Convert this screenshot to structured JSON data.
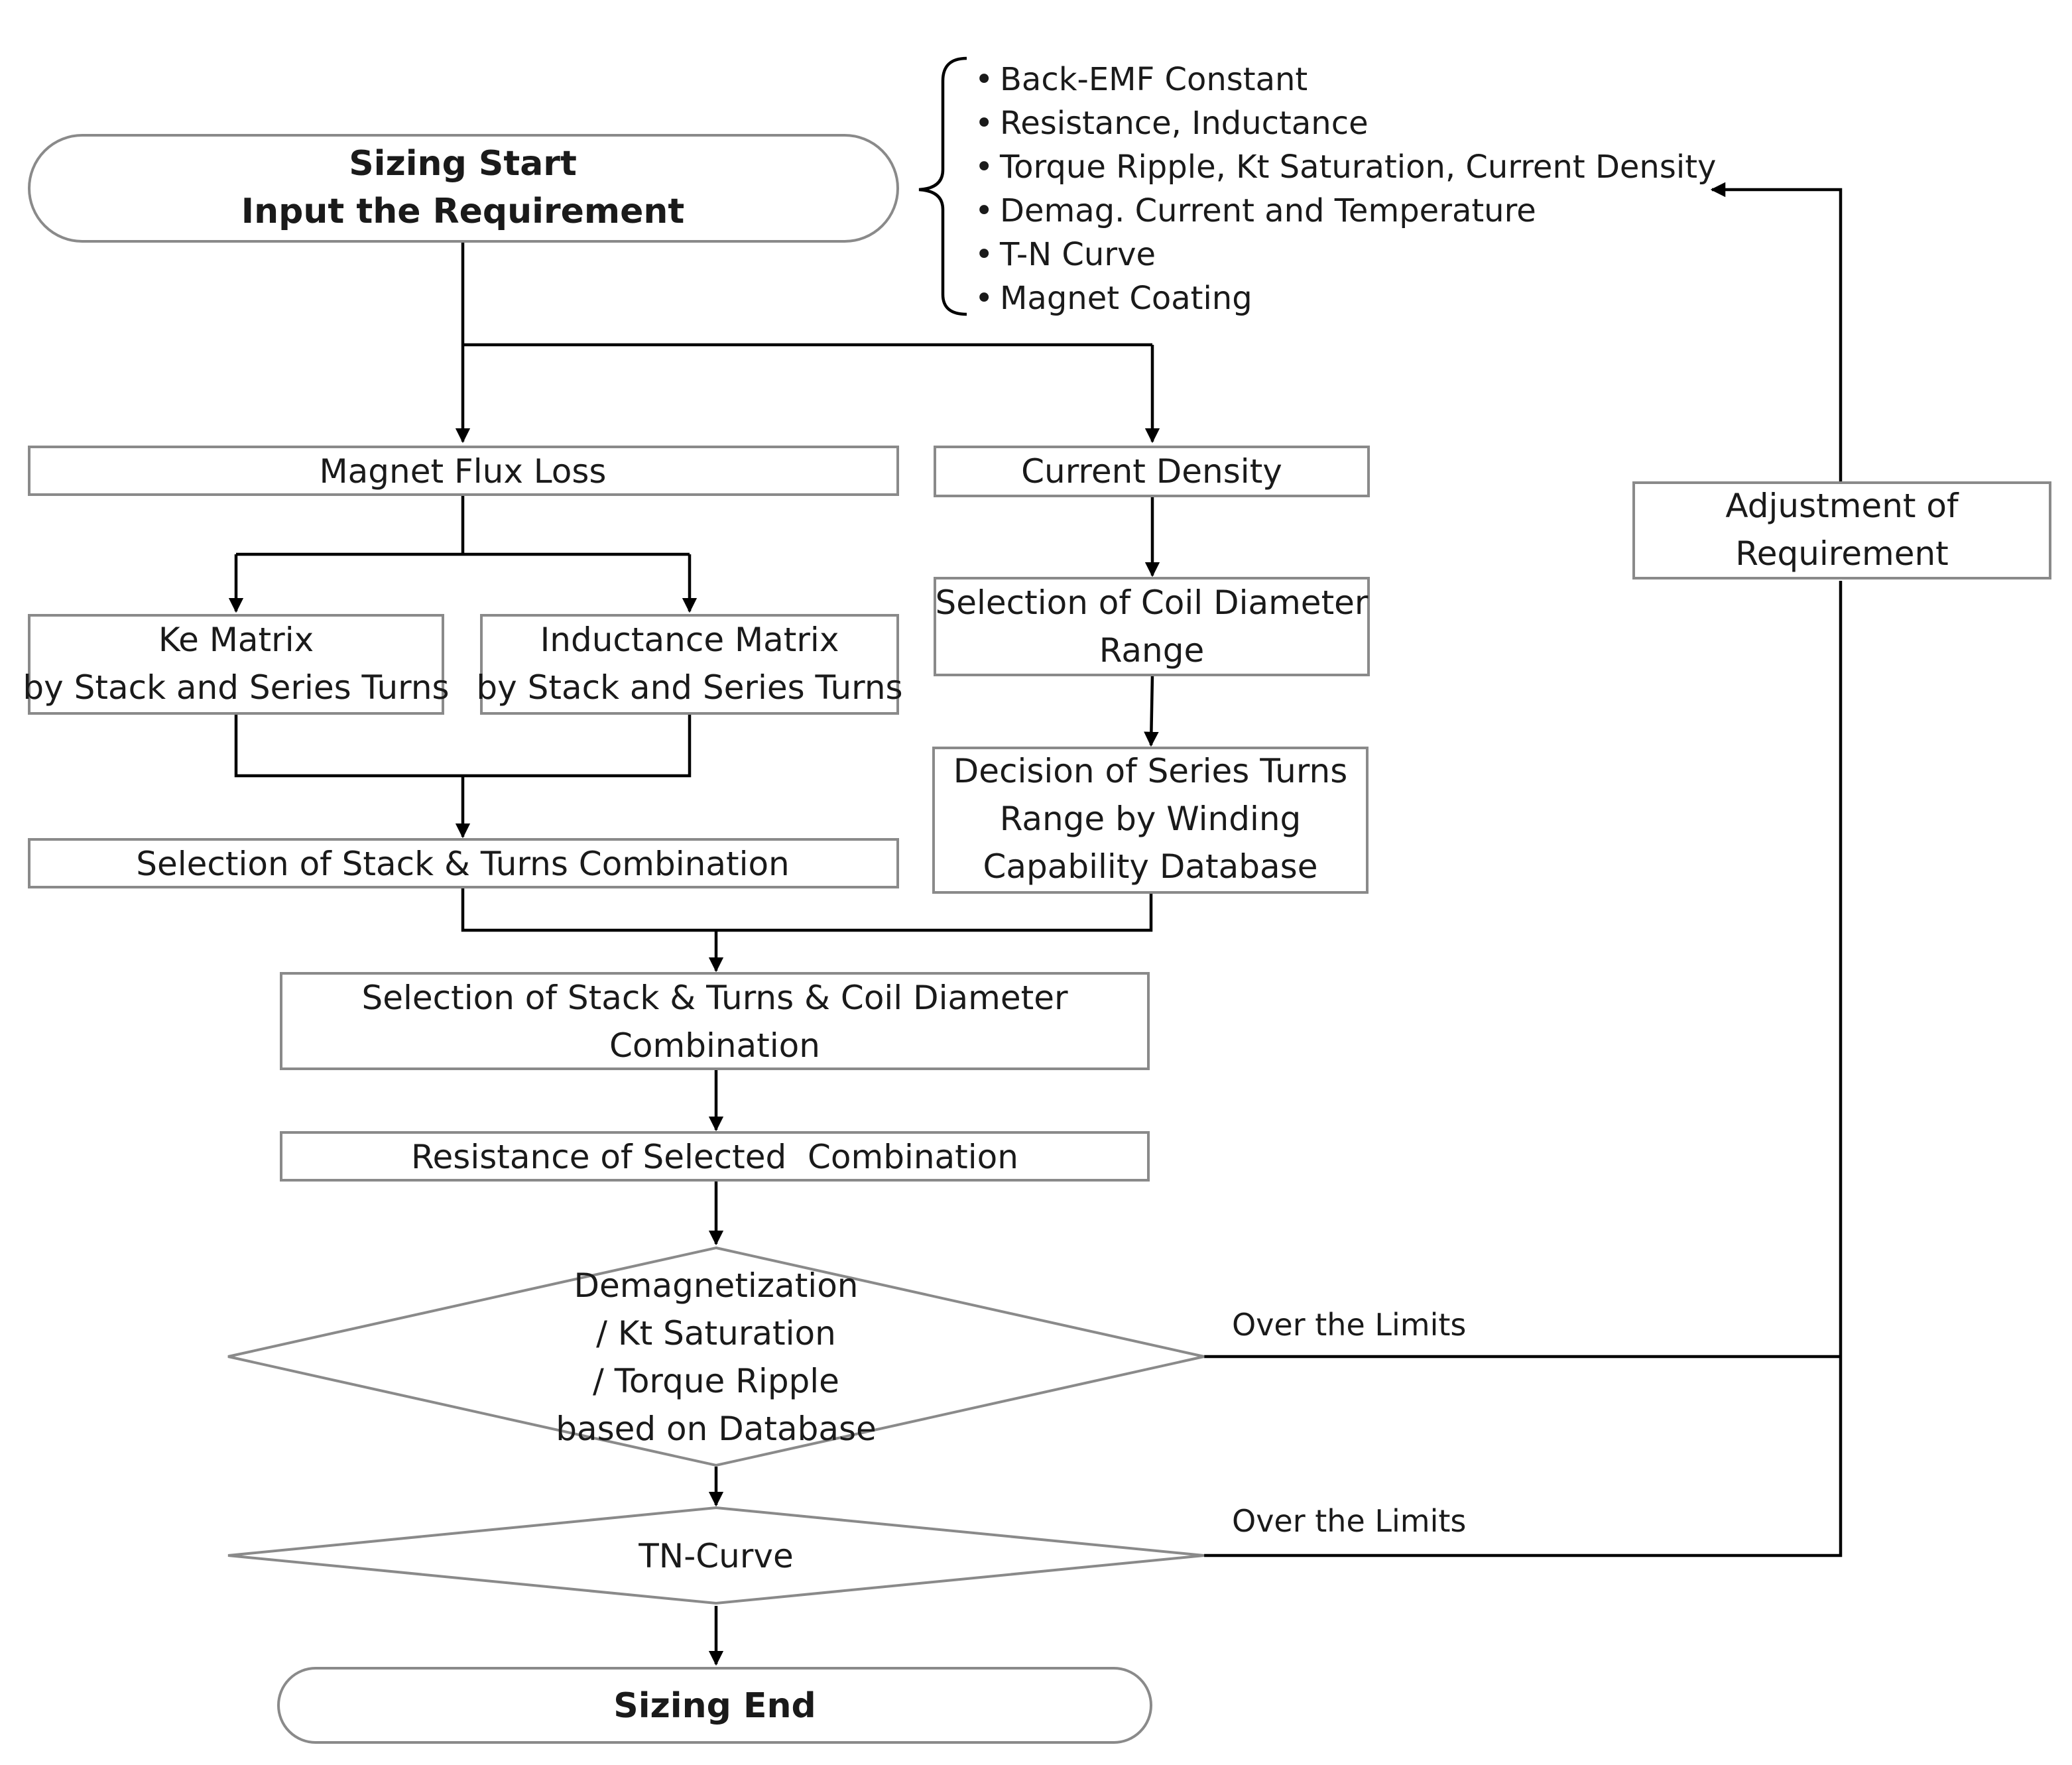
{
  "start": {
    "line1": "Sizing Start",
    "line2": "Input the Requirement"
  },
  "requirements": [
    "Back-EMF Constant",
    "Resistance, Inductance",
    "Torque Ripple, Kt Saturation, Current Density",
    "Demag. Current and Temperature",
    "T-N Curve",
    "Magnet Coating"
  ],
  "bullet_char": "•",
  "boxes": {
    "magnet_flux_loss": "Magnet Flux Loss",
    "current_density": "Current Density",
    "ke_matrix": {
      "line1": "Ke Matrix",
      "line2": "by Stack and Series Turns"
    },
    "inductance_matrix": {
      "line1": "Inductance Matrix",
      "line2": "by Stack and Series Turns"
    },
    "coil_diameter": {
      "line1": "Selection of Coil Diameter",
      "line2": "Range"
    },
    "series_turns": {
      "line1": "Decision of Series Turns",
      "line2": "Range by Winding",
      "line3": "Capability Database"
    },
    "stack_turns": "Selection of Stack & Turns Combination",
    "stack_turns_coil": {
      "line1": "Selection of Stack & Turns & Coil Diameter",
      "line2": "Combination"
    },
    "resistance": "Resistance of Selected  Combination",
    "adjustment": {
      "line1": "Adjustment of",
      "line2": "Requirement"
    }
  },
  "decisions": {
    "demag": {
      "line1": "Demagnetization",
      "line2": "/ Kt Saturation",
      "line3": "/ Torque Ripple",
      "line4": "based on Database"
    },
    "tn_curve": "TN-Curve"
  },
  "edge_labels": {
    "demag_over": "Over the Limits",
    "tn_over": "Over the Limits"
  },
  "end": "Sizing End"
}
